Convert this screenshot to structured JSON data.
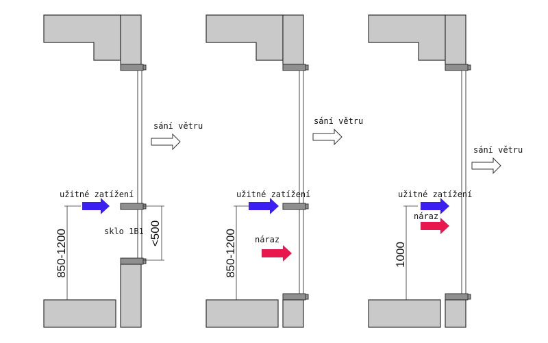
{
  "colors": {
    "load_arrow": "#3a1ff0",
    "impact_arrow": "#e8184e",
    "wall_fill": "#c9c9c9",
    "bracket_fill": "#8f8f8f"
  },
  "panels": [
    {
      "wind_label": "sání větru",
      "load_label": "užitné zatížení",
      "height_dim": "850-1200",
      "glass_label": "sklo 1B1",
      "gap_dim": "<500"
    },
    {
      "wind_label": "sání větru",
      "load_label": "užitné zatížení",
      "impact_label": "náraz",
      "height_dim": "850-1200"
    },
    {
      "wind_label": "sání větru",
      "load_label": "užitné zatížení",
      "impact_label": "náraz",
      "height_dim": "1000"
    }
  ]
}
